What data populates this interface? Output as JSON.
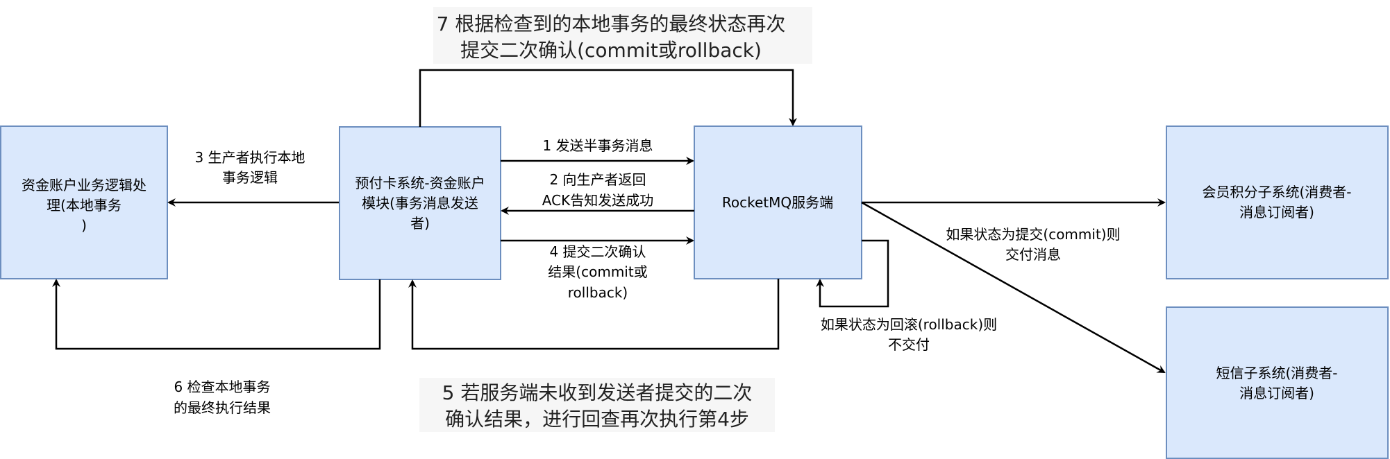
{
  "nodes": {
    "local_tx": [
      "资金账户业务逻辑处",
      "理(本地事务",
      ")"
    ],
    "producer": [
      "预付卡系统-资金账户",
      "模块(事务消息发送",
      "者)"
    ],
    "broker": [
      "RocketMQ服务端"
    ],
    "points_consumer": [
      "会员积分子系统(消费者-",
      "消息订阅者)"
    ],
    "sms_consumer": [
      "短信子系统(消费者-",
      "消息订阅者)"
    ]
  },
  "edges": {
    "step1": [
      "1 发送半事务消息"
    ],
    "step2": [
      "2   向生产者返回",
      "ACK告知发送成功"
    ],
    "step3": [
      "3 生产者执行本地",
      "事务逻辑"
    ],
    "step4": [
      "4   提交二次确认",
      "结果(commit或",
      "rollback)"
    ],
    "step5": [
      "5   若服务端未收到发送者提交的二次",
      "确认结果，进行回查再次执行第4步"
    ],
    "step6": [
      "6   检查本地事务",
      "的最终执行结果"
    ],
    "step7": [
      "7   根据检查到的本地事务的最终状态再次",
      "提交二次确认(commit或rollback)"
    ],
    "commit": [
      "如果状态为提交(commit)则",
      "交付消息"
    ],
    "rollback": [
      "如果状态为回滚(rollback)则",
      "不交付"
    ]
  },
  "colors": {
    "fill": "#dae8fc",
    "stroke": "#6c8ebf"
  }
}
